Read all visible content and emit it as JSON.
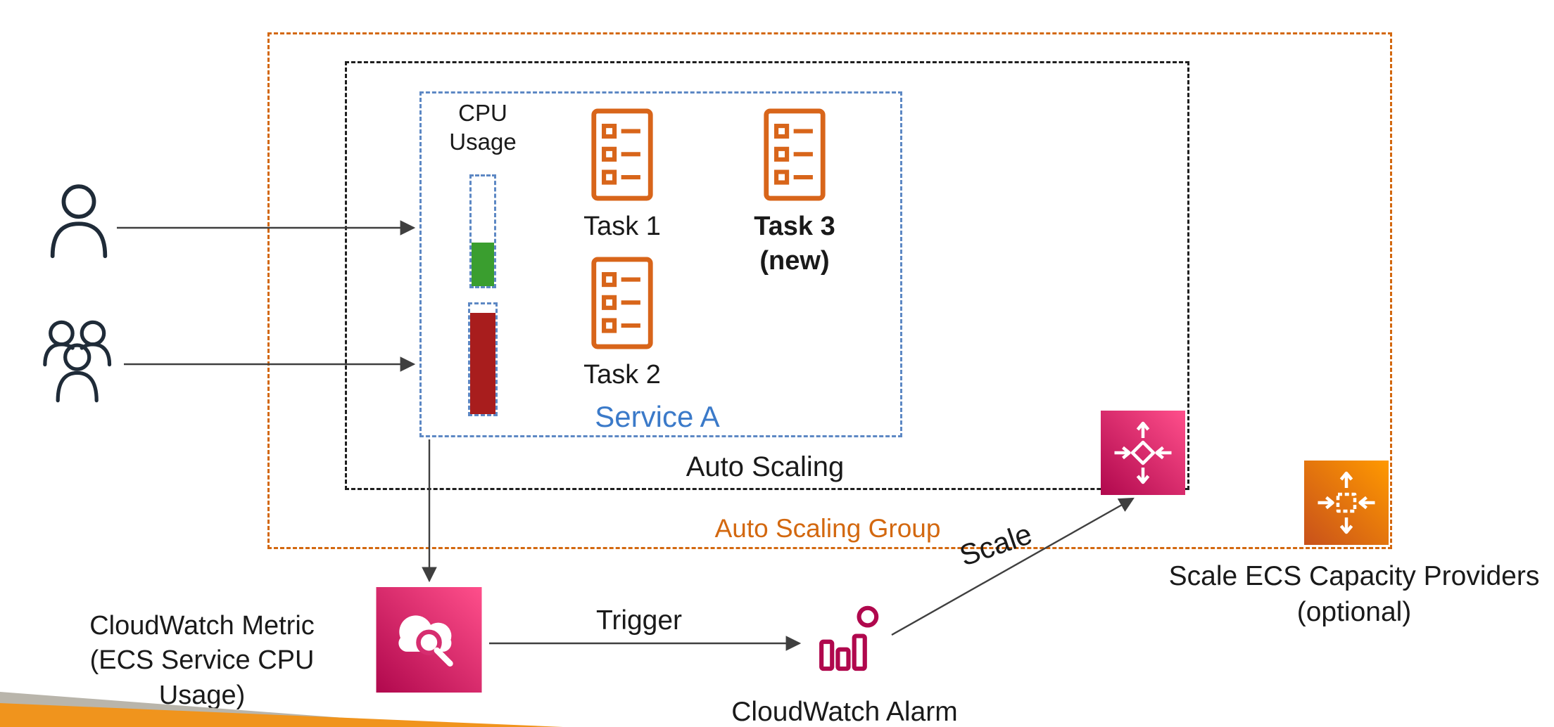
{
  "labels": {
    "auto_scaling_group": "Auto Scaling Group",
    "auto_scaling": "Auto Scaling",
    "service_a": "Service A",
    "cpu_usage_line1": "CPU",
    "cpu_usage_line2": "Usage",
    "task1": "Task 1",
    "task2": "Task 2",
    "task3_line1": "Task 3",
    "task3_line2": "(new)",
    "cloudwatch_metric_line1": "CloudWatch Metric",
    "cloudwatch_metric_line2": "(ECS Service CPU Usage)",
    "cloudwatch_alarm": "CloudWatch Alarm",
    "trigger": "Trigger",
    "scale": "Scale",
    "capacity_line1": "Scale ECS Capacity Providers",
    "capacity_line2": "(optional)"
  },
  "gauges": [
    {
      "name": "service-cpu-low",
      "fill_percent": 40,
      "color": "#3a9e2f"
    },
    {
      "name": "service-cpu-high",
      "fill_percent": 92,
      "color": "#a81d1d"
    }
  ],
  "colors": {
    "group_border_orange": "#d3680f",
    "auto_scaling_border": "#1f1f1f",
    "service_border_blue": "#5d88c4",
    "task_icon_orange": "#d8651a",
    "cloudwatch_pink_dark": "#b0084d",
    "cloudwatch_pink_light": "#ff4f8b",
    "capacity_orange_dark": "#c8511b",
    "capacity_orange_light": "#ff9900",
    "arrow_gray": "#3f3f3f",
    "footer_orange": "#f0941d",
    "footer_gray": "#b9b5ab"
  }
}
